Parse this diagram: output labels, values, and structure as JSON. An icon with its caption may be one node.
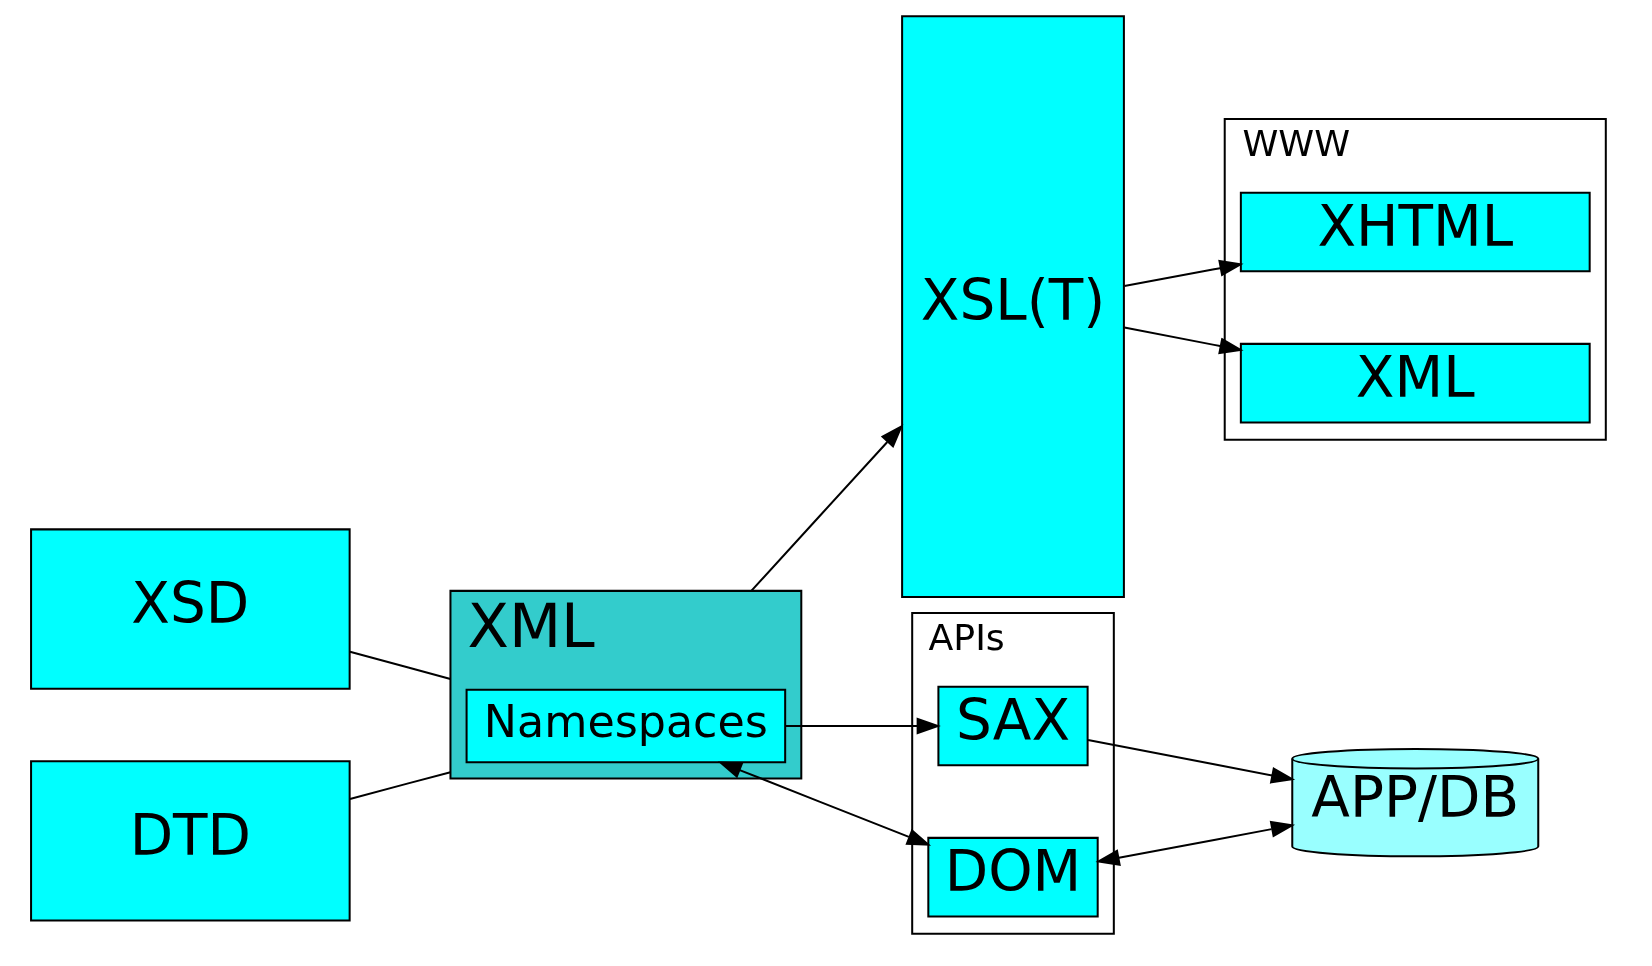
{
  "diagram": {
    "nodes": [
      {
        "text": [
          "XSD"
        ]
      },
      {
        "text": [
          "DTD"
        ]
      },
      {
        "text": [
          "XML"
        ]
      },
      {
        "text": [
          "Namespaces"
        ],
        "in": 2
      },
      {
        "text": [
          "XSL(T)"
        ]
      },
      {
        "text": [
          "WWW"
        ]
      },
      {
        "text": [
          "XHTML"
        ],
        "in": 5
      },
      {
        "text": [
          "XML"
        ],
        "in": 5
      },
      {
        "text": [
          "APIs"
        ]
      },
      {
        "text": [
          "SAX"
        ],
        "in": 8
      },
      {
        "text": [
          "DOM"
        ],
        "in": 8
      },
      {
        "text": [
          "APP/DB"
        ]
      }
    ],
    "edges": [
      {
        "from": 0,
        "to": 2,
        "arrow": "none"
      },
      {
        "from": 1,
        "to": 2,
        "arrow": "none"
      },
      {
        "from": 2,
        "to": 4,
        "arrow": "to"
      },
      {
        "from": 4,
        "to": 6,
        "arrow": "to"
      },
      {
        "from": 4,
        "to": 7,
        "arrow": "to"
      },
      {
        "from": 3,
        "to": 9,
        "arrow": "to"
      },
      {
        "from": 3,
        "to": 10,
        "arrow": "both"
      },
      {
        "from": 9,
        "to": 11,
        "arrow": "to"
      },
      {
        "from": 10,
        "to": 11,
        "arrow": "both"
      }
    ]
  }
}
